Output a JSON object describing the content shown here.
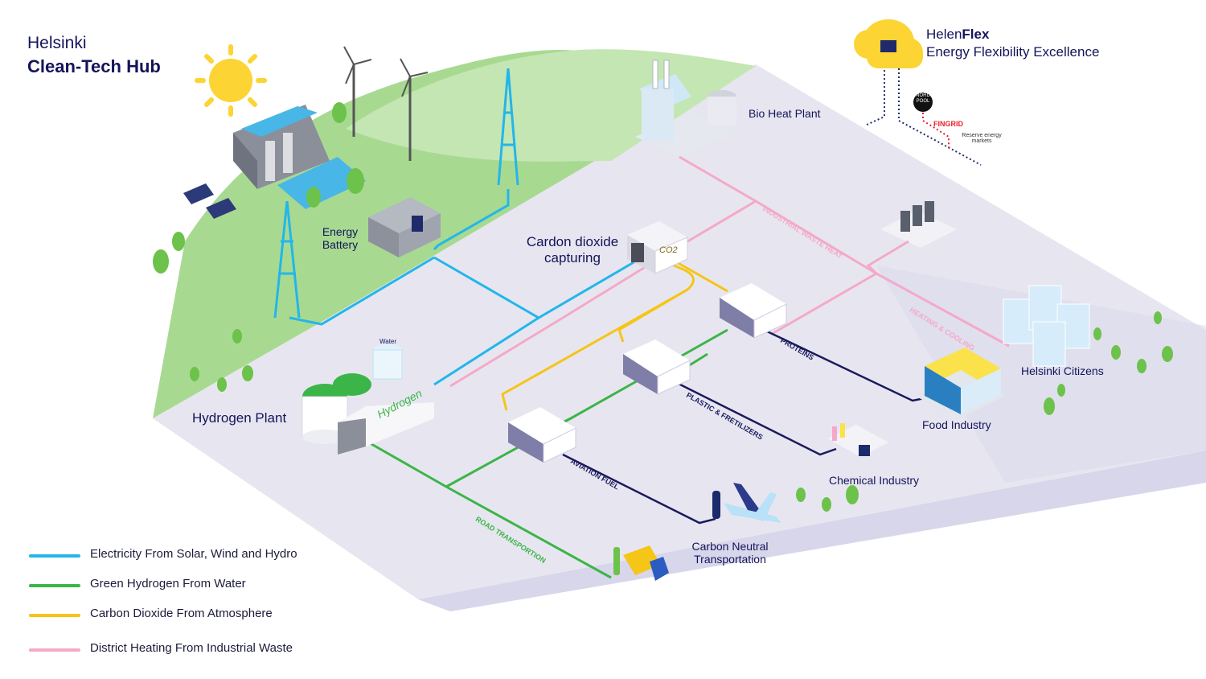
{
  "title": {
    "line1": "Helsinki",
    "line2": "Clean-Tech Hub"
  },
  "helenflex": {
    "brand_regular": "Helen",
    "brand_bold": "Flex",
    "subtitle": "Energy Flexibility  Excellence",
    "nordpool": "NORD POOL",
    "fingrid": "FINGRID",
    "reserve": "Reserve energy markets"
  },
  "colors": {
    "electricity": "#23b6ea",
    "hydrogen": "#3cb548",
    "co2": "#f5c518",
    "heating": "#f4a9c8",
    "dark_line": "#1a1a5e",
    "hill": "#a6d98f",
    "ground": "#e6e4f0",
    "text": "#14145a"
  },
  "labels": {
    "energy_battery": "Energy Battery",
    "bio_heat_plant": "Bio Heat Plant",
    "co2_capturing": "Cardon dioxide capturing",
    "co2_tag": "CO2",
    "hydrogen_plant": "Hydrogen Plant",
    "hydrogen_tag": "Hydrogen",
    "water_tag": "Water",
    "food_industry": "Food Industry",
    "helsinki_citizens": "Helsinki Citizens",
    "chemical_industry": "Chemical Industry",
    "carbon_neutral_line1": "Carbon Neutral",
    "carbon_neutral_line2": "Transportation"
  },
  "route_labels": {
    "industrial_waste_heat": "INDUSTRIAL WASTE HEAT",
    "heating_cooling": "HEATING & COOLING",
    "proteins": "PROTEINS",
    "plastic": "PLASTIC & FRETILIZERS",
    "aviation": "AVIATION FUEL",
    "road": "ROAD TRANSPORTION"
  },
  "legend": [
    {
      "label": "Electricity From Solar, Wind and Hydro",
      "color": "#23b6ea"
    },
    {
      "label": "Green Hydrogen From Water",
      "color": "#3cb548"
    },
    {
      "label": "Carbon Dioxide From Atmosphere",
      "color": "#f5c518"
    },
    {
      "label": "District Heating From Industrial Waste",
      "color": "#f4a9c8"
    }
  ]
}
